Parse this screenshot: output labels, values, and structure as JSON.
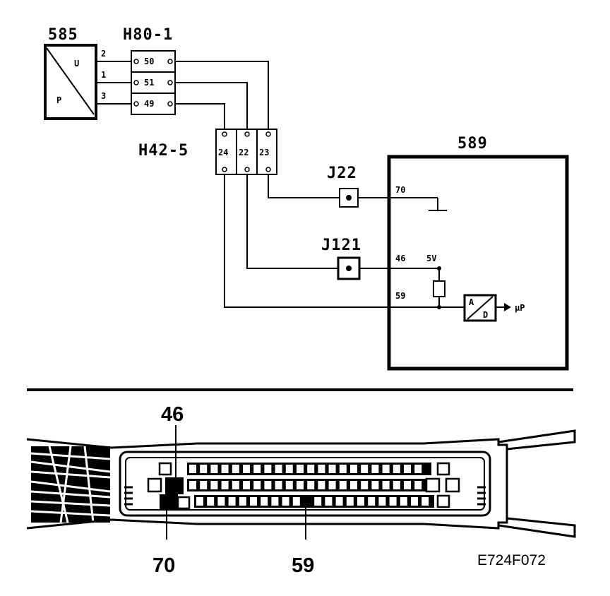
{
  "sensor": {
    "id": "585",
    "u_label": "U",
    "p_label": "P"
  },
  "connector_h80": {
    "id": "H80-1",
    "pins": [
      "50",
      "51",
      "49"
    ],
    "wires": [
      "2",
      "1",
      "3"
    ]
  },
  "connector_h42": {
    "id": "H42-5",
    "pins": [
      "24",
      "22",
      "23"
    ]
  },
  "ecu": {
    "id": "589",
    "pin_ground": "70",
    "pin_supply": "46",
    "pin_signal": "59",
    "supply_label": "5V",
    "adc_a": "A",
    "adc_d": "D",
    "output_label": "μP"
  },
  "junctions": {
    "j22": "J22",
    "j121": "J121"
  },
  "connector_view": {
    "pin_a": "46",
    "pin_b": "70",
    "pin_c": "59"
  },
  "figure_code": "E724F072"
}
